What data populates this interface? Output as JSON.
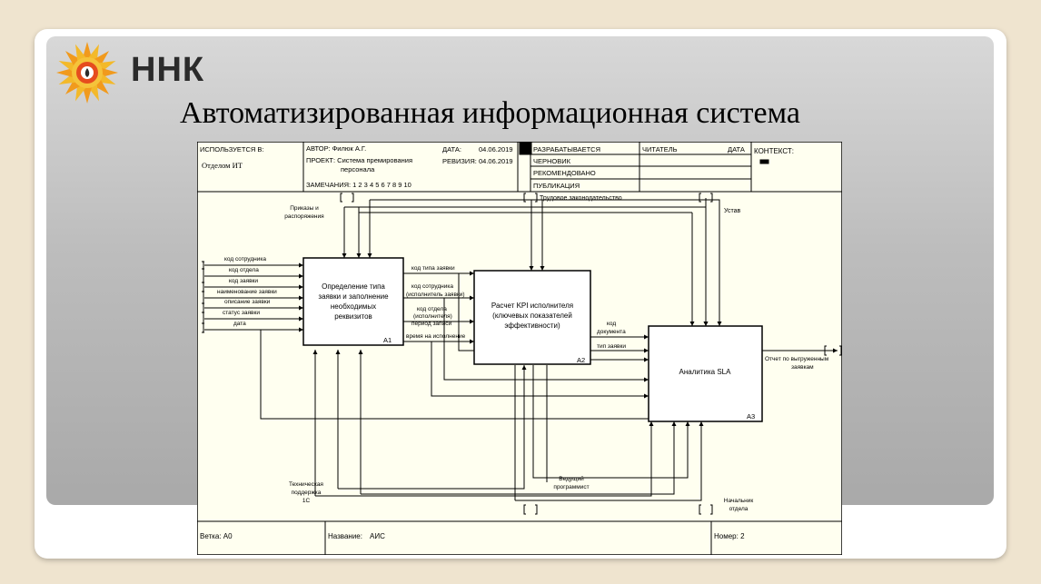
{
  "brand": {
    "name": "ННК"
  },
  "slide_title": "Автоматизированная информационная система",
  "idef0": {
    "header": {
      "used_at_label": "ИСПОЛЬЗУЕТСЯ В:",
      "used_at_value": "Отделом ИТ",
      "author": "АВТОР: Филюк А.Г.",
      "project_line1": "ПРОЕКТ: Система премирования",
      "project_line2": "персонала",
      "notes": "ЗАМЕЧАНИЯ:  1  2  3  4  5  6  7  8  9  10",
      "date_label": "ДАТА:",
      "date_value": "04.06.2019",
      "rev_label": "РЕВИЗИЯ:",
      "rev_value": "04.06.2019",
      "status": [
        "РАЗРАБАТЫВАЕТСЯ",
        "ЧЕРНОВИК",
        "РЕКОМЕНДОВАНО",
        "ПУБЛИКАЦИЯ"
      ],
      "reader": "ЧИТАТЕЛЬ",
      "reader_date": "ДАТА",
      "context": "КОНТЕКСТ:"
    },
    "blocks": [
      {
        "line1": "Определение типа",
        "line2": "заявки и заполнение",
        "line3": "необходимых",
        "line4": "реквизитов",
        "id": "A1"
      },
      {
        "line1": "Расчет KPI исполнителя",
        "line2": "(ключевых показателей",
        "line3": "эффективности)",
        "id": "A2"
      },
      {
        "line1": "Аналитика SLA",
        "id": "A3"
      }
    ],
    "inputs": [
      "код сотрудника",
      "код отдела",
      "код заявки",
      "наименование заявки",
      "описание заявки",
      "статус заявки",
      "дата"
    ],
    "a1_outputs": [
      "код типа заявки",
      "код сотрудника",
      "(исполнитель заявки)",
      "код отдела",
      "(исполнителя)",
      "период записи",
      "время на исполнение"
    ],
    "a2_outputs": [
      "код",
      "документа",
      "тип заявки"
    ],
    "controls": {
      "orders_line1": "Приказы и",
      "orders_line2": "распоряжения",
      "labor_law": "Трудовое законодательство",
      "charter": "Устав"
    },
    "mechanisms": {
      "support_line1": "Техническая",
      "support_line2": "поддержка",
      "support_line3": "1С",
      "lead_line1": "Ведущий",
      "lead_line2": "программист",
      "head_line1": "Начальник",
      "head_line2": "отдела"
    },
    "output": {
      "line1": "Отчет по выгруженным",
      "line2": "заявкам"
    },
    "footer": {
      "node": "Ветка: А0",
      "title_label": "Название:",
      "title_value": "АИС",
      "number": "Номер: 2"
    }
  }
}
